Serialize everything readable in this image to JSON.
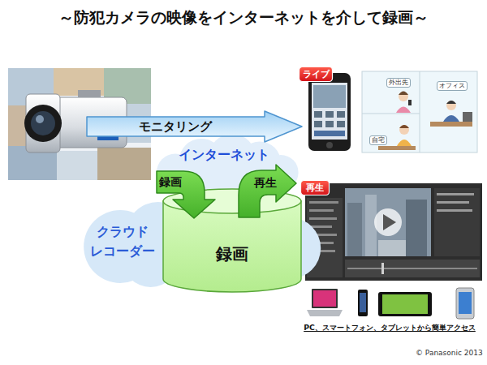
{
  "diagram": {
    "title": "～防犯カメラの映像をインターネットを介して録画～",
    "nodes": [
      {
        "text": [
          "ライブ"
        ]
      },
      {
        "text": [
          "モニタリング"
        ]
      },
      {
        "text": [
          "インターネット"
        ]
      },
      {
        "text": [
          "録画"
        ]
      },
      {
        "text": [
          "再生"
        ]
      },
      {
        "text": [
          "再生"
        ]
      },
      {
        "text": [
          "クラウド レコーダー"
        ]
      },
      {
        "text": [
          "録画"
        ]
      }
    ],
    "labels": [
      "外出先",
      "オフィス",
      "自宅",
      "PC、スマートフォン、タブレットから簡単アクセス",
      "© Panasonic 2013"
    ]
  }
}
